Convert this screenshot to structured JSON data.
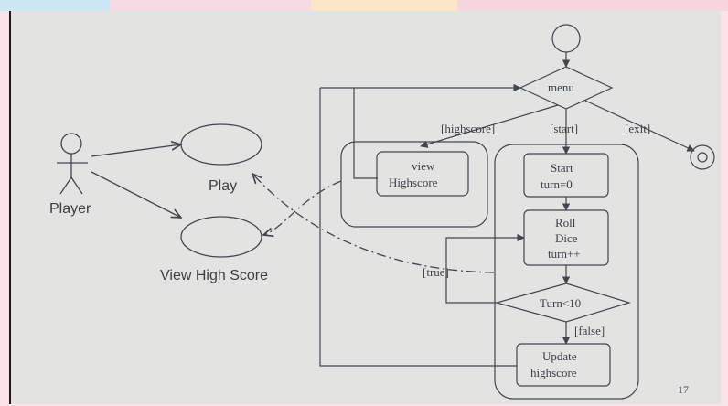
{
  "use_case": {
    "actor_label": "Player",
    "use_cases": [
      "Play",
      "View High Score"
    ]
  },
  "activity": {
    "decision_menu": "menu",
    "guards": {
      "highscore": "[highscore]",
      "start": "[start]",
      "exit": "[exit]",
      "true": "[true]",
      "false": "[false]"
    },
    "view_highscore": [
      "view",
      "Highscore"
    ],
    "start_turn": [
      "Start",
      "turn=0"
    ],
    "roll_dice": [
      "Roll",
      "Dice",
      "turn++"
    ],
    "decision_turn": "Turn<10",
    "update_highscore": [
      "Update",
      "highscore"
    ]
  },
  "page_number": "17",
  "colors": {
    "stroke": "#3f4552",
    "slide_bg": "#e3e4e1",
    "border_bg": "#fbe3ea"
  }
}
